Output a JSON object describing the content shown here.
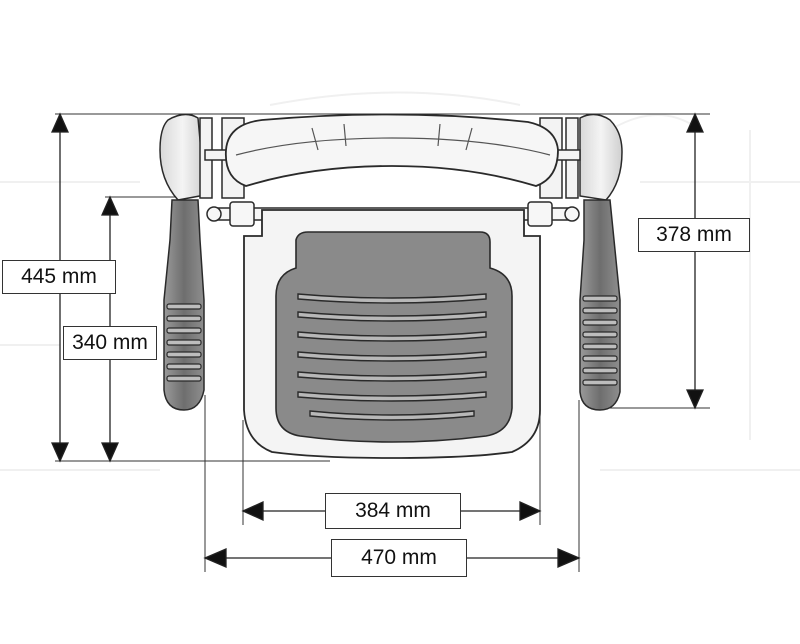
{
  "dimensions": {
    "overall_height": "445 mm",
    "seat_depth": "340 mm",
    "armrest_height": "378 mm",
    "seat_width": "384 mm",
    "overall_width": "470 mm"
  },
  "colors": {
    "outline": "#2a2a2a",
    "seat_pad": "#8a8a8a",
    "frame_light": "#f2f2f2",
    "grip_dark": "#7a7a7a",
    "dimension_line": "#222222"
  }
}
